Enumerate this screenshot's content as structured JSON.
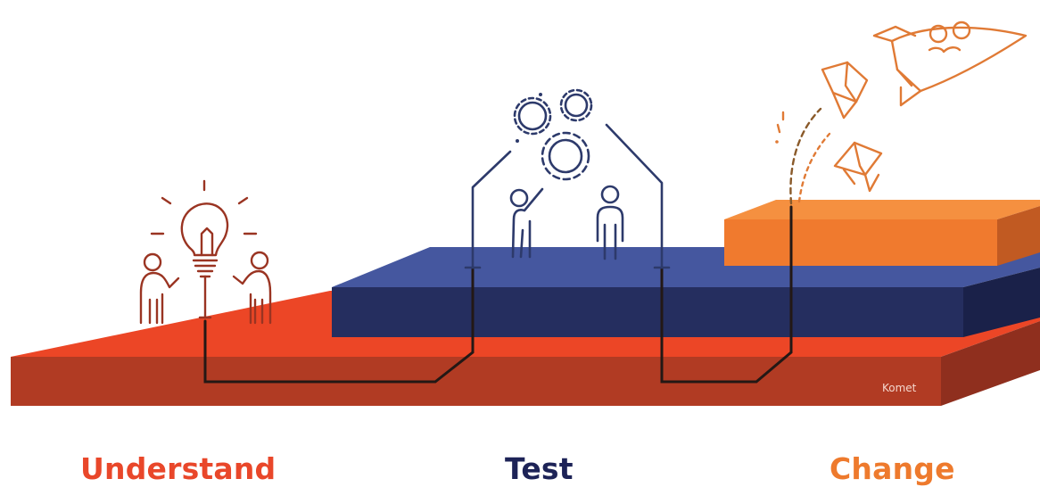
{
  "stages": [
    {
      "label": "Understand",
      "color": "#e9472a"
    },
    {
      "label": "Test",
      "color": "#1d2357"
    },
    {
      "label": "Change",
      "color": "#ee7a2d"
    }
  ],
  "brand": {
    "watermark": "Komet"
  },
  "colors": {
    "understand_top": "#ec4626",
    "understand_side": "#b13b23",
    "test_top": "#45579f",
    "test_side": "#252e5f",
    "change_top": "#f07a2e",
    "change_side": "#c15a22",
    "connector": "#231815",
    "icon_understand": "#9a3422",
    "icon_test": "#2d3a6b",
    "icon_change": "#e07a35"
  },
  "icons": [
    "lightbulb-icon",
    "person-icon",
    "gears-icon",
    "rocket-icon"
  ]
}
